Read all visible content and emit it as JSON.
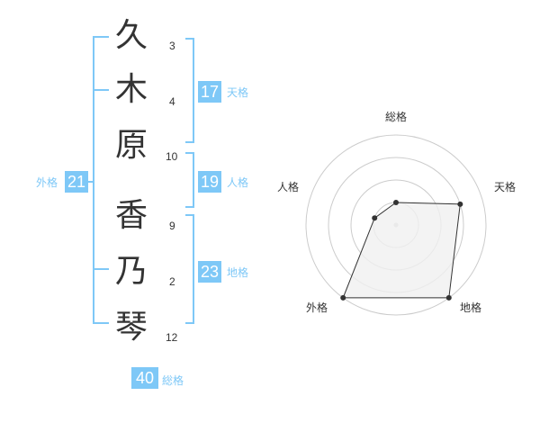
{
  "name": {
    "chars": [
      {
        "char": "久",
        "strokes": "3"
      },
      {
        "char": "木",
        "strokes": "4"
      },
      {
        "char": "原",
        "strokes": "10"
      },
      {
        "char": "香",
        "strokes": "9"
      },
      {
        "char": "乃",
        "strokes": "2"
      },
      {
        "char": "琴",
        "strokes": "12"
      }
    ]
  },
  "fortune": {
    "tenkaku": {
      "value": "17",
      "label": "天格"
    },
    "jinkaku": {
      "value": "19",
      "label": "人格"
    },
    "chikaku": {
      "value": "23",
      "label": "地格"
    },
    "gaikaku": {
      "value": "21",
      "label": "外格"
    },
    "soukaku": {
      "value": "40",
      "label": "総格"
    }
  },
  "chart_data": {
    "type": "radar",
    "axes": [
      "総格",
      "天格",
      "地格",
      "外格",
      "人格"
    ],
    "max": 4,
    "values": [
      1,
      3,
      4,
      4,
      1
    ],
    "grid_rings": 4,
    "colors": {
      "fill": "#f0f0f0",
      "stroke": "#333333",
      "grid": "#cccccc",
      "accent": "#7ec8f7"
    }
  }
}
